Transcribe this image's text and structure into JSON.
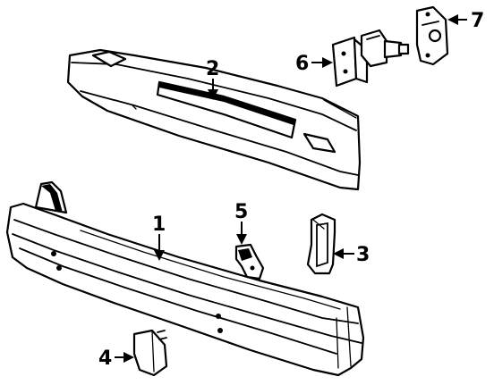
{
  "diagram": {
    "callouts": [
      {
        "id": "1",
        "label": "1"
      },
      {
        "id": "2",
        "label": "2"
      },
      {
        "id": "3",
        "label": "3"
      },
      {
        "id": "4",
        "label": "4"
      },
      {
        "id": "5",
        "label": "5"
      },
      {
        "id": "6",
        "label": "6"
      },
      {
        "id": "7",
        "label": "7"
      }
    ],
    "ink_color": "#000000",
    "background_color": "#ffffff"
  }
}
